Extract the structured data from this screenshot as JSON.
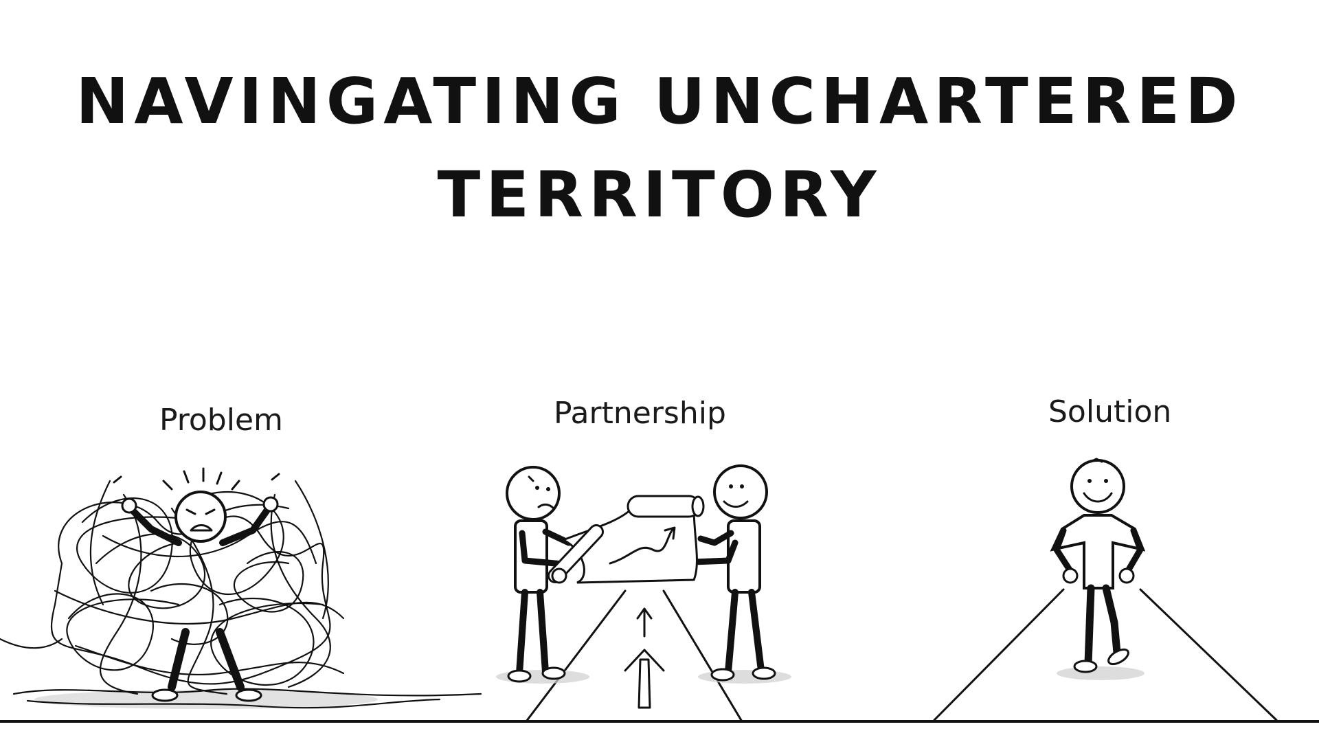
{
  "title": {
    "line1": "NAVINGATING UNCHARTERED",
    "line2": "TERRITORY"
  },
  "panels": [
    {
      "label": "Problem",
      "icon": "tangled-stick-figure-icon"
    },
    {
      "label": "Partnership",
      "icon": "two-figures-holding-map-icon"
    },
    {
      "label": "Solution",
      "icon": "smiling-stick-figure-icon"
    }
  ],
  "colors": {
    "ink": "#111111",
    "background": "#ffffff",
    "shadow": "#bfbfbf"
  }
}
